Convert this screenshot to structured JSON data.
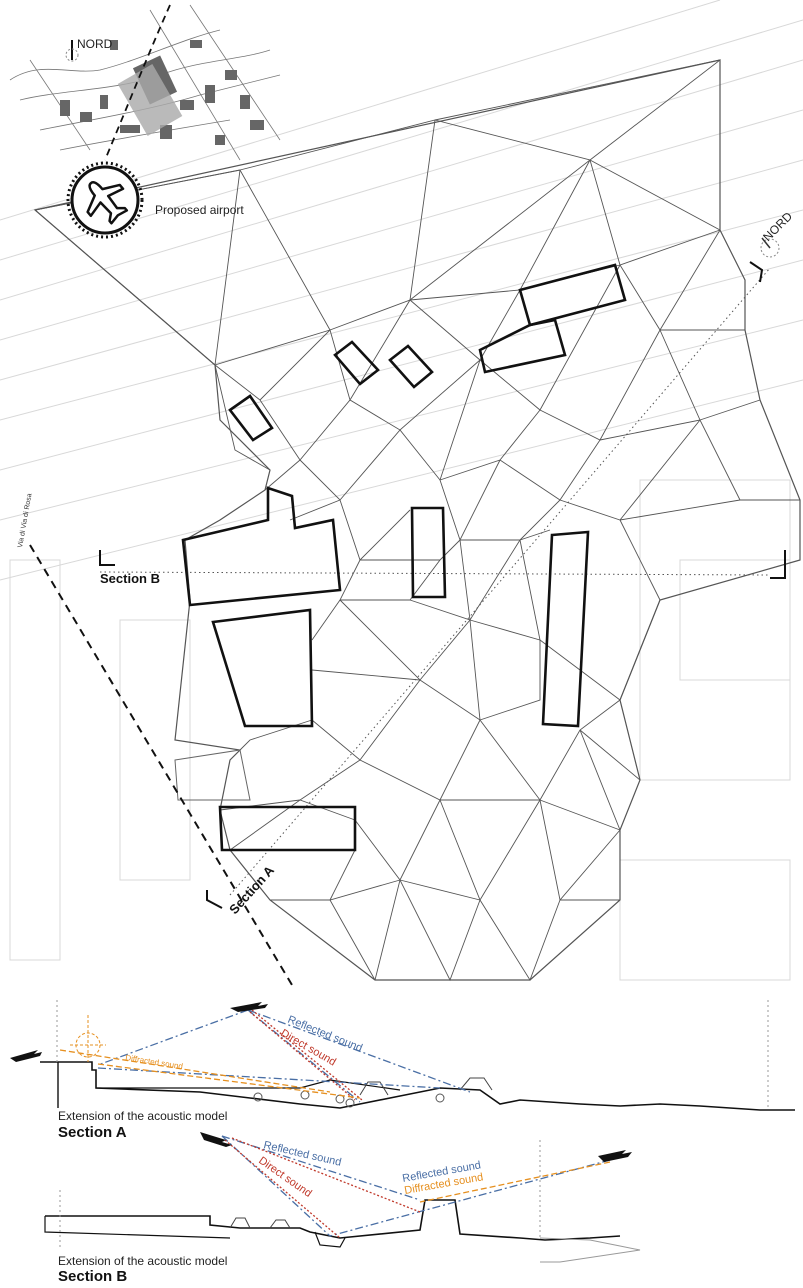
{
  "site_plan": {
    "north_label": "NORD",
    "north_label_map": "NORD",
    "airport_label": "Proposed airport",
    "section_a_label": "Section A",
    "section_b_label": "Section B",
    "street_label": "Via di Via di Rosa"
  },
  "section_a": {
    "title": "Section A",
    "caption": "Extension of the acoustic model",
    "reflected": "Reflected sound",
    "direct": "Direct sound",
    "diffracted": "Diffracted sound"
  },
  "section_b": {
    "title": "Section B",
    "caption": "Extension of the acoustic model",
    "reflected_1": "Reflected sound",
    "direct": "Direct sound",
    "reflected_2": "Reflected sound",
    "diffracted": "Diffracted sound"
  },
  "colors": {
    "mesh": "#555555",
    "buildings": "#111111",
    "reflected": "#4a6fa5",
    "direct": "#c0392b",
    "diffracted": "#e69020"
  }
}
